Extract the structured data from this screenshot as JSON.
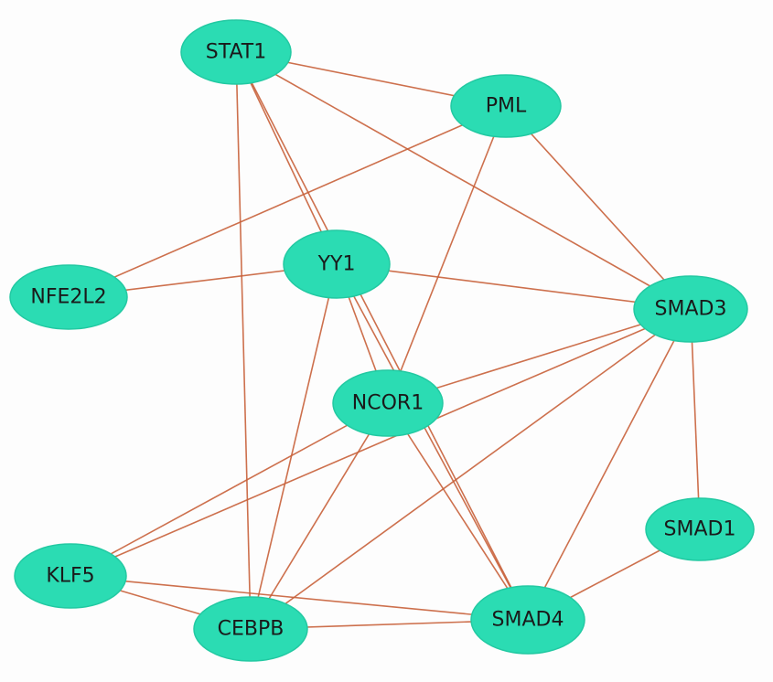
{
  "colors": {
    "node_fill": "#2bdcb3",
    "node_stroke": "#22c9a2",
    "edge": "#c8603a",
    "background": "#fdfdfd"
  },
  "nodes": [
    {
      "id": "STAT1",
      "label": "STAT1"
    },
    {
      "id": "PML",
      "label": "PML"
    },
    {
      "id": "YY1",
      "label": "YY1"
    },
    {
      "id": "NFE2L2",
      "label": "NFE2L2"
    },
    {
      "id": "SMAD3",
      "label": "SMAD3"
    },
    {
      "id": "NCOR1",
      "label": "NCOR1"
    },
    {
      "id": "SMAD1",
      "label": "SMAD1"
    },
    {
      "id": "KLF5",
      "label": "KLF5"
    },
    {
      "id": "CEBPB",
      "label": "CEBPB"
    },
    {
      "id": "SMAD4",
      "label": "SMAD4"
    }
  ],
  "edges": [
    [
      "STAT1",
      "PML"
    ],
    [
      "STAT1",
      "SMAD3"
    ],
    [
      "STAT1",
      "YY1"
    ],
    [
      "STAT1",
      "CEBPB"
    ],
    [
      "STAT1",
      "SMAD4"
    ],
    [
      "PML",
      "NFE2L2"
    ],
    [
      "PML",
      "SMAD3"
    ],
    [
      "PML",
      "NCOR1"
    ],
    [
      "YY1",
      "NFE2L2"
    ],
    [
      "YY1",
      "SMAD3"
    ],
    [
      "YY1",
      "NCOR1"
    ],
    [
      "YY1",
      "CEBPB"
    ],
    [
      "YY1",
      "SMAD4"
    ],
    [
      "NCOR1",
      "SMAD3"
    ],
    [
      "NCOR1",
      "KLF5"
    ],
    [
      "NCOR1",
      "CEBPB"
    ],
    [
      "NCOR1",
      "SMAD4"
    ],
    [
      "SMAD3",
      "KLF5"
    ],
    [
      "SMAD3",
      "CEBPB"
    ],
    [
      "SMAD3",
      "SMAD4"
    ],
    [
      "SMAD3",
      "SMAD1"
    ],
    [
      "SMAD1",
      "SMAD4"
    ],
    [
      "KLF5",
      "CEBPB"
    ],
    [
      "KLF5",
      "SMAD4"
    ],
    [
      "CEBPB",
      "SMAD4"
    ]
  ]
}
